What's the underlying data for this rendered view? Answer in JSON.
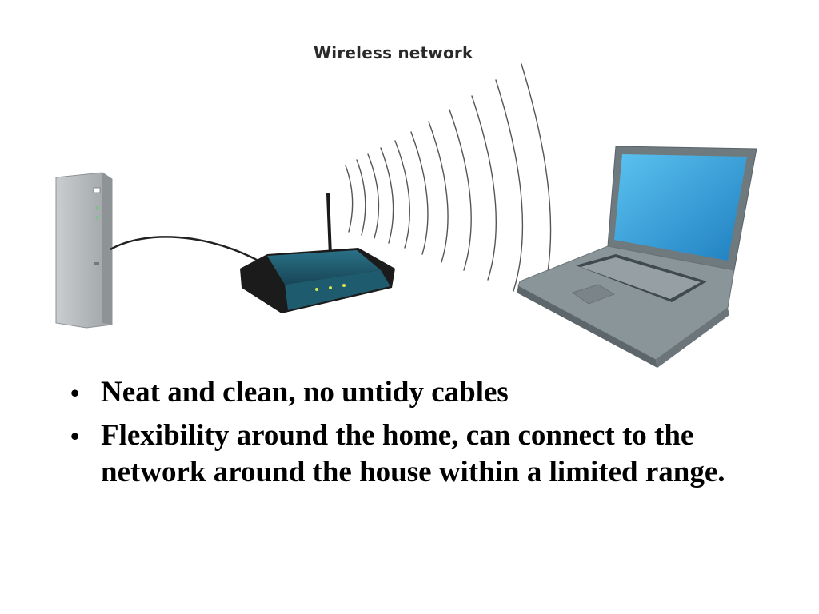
{
  "diagram": {
    "title": "Wireless network",
    "icons": {
      "modem": "modem-icon",
      "cable": "cable-icon",
      "router": "wireless-router-icon",
      "signal": "wireless-signal-waves-icon",
      "laptop": "laptop-icon"
    },
    "colors": {
      "router_body": "#1f5b6e",
      "laptop_screen": "#3aa6dc",
      "laptop_body": "#7f8a8e",
      "modem_body": "#b9bdbf",
      "waves": "#555555"
    }
  },
  "bullets": [
    "Neat and clean, no untidy cables",
    "Flexibility around the home, can connect to the network around the house within a limited range."
  ]
}
